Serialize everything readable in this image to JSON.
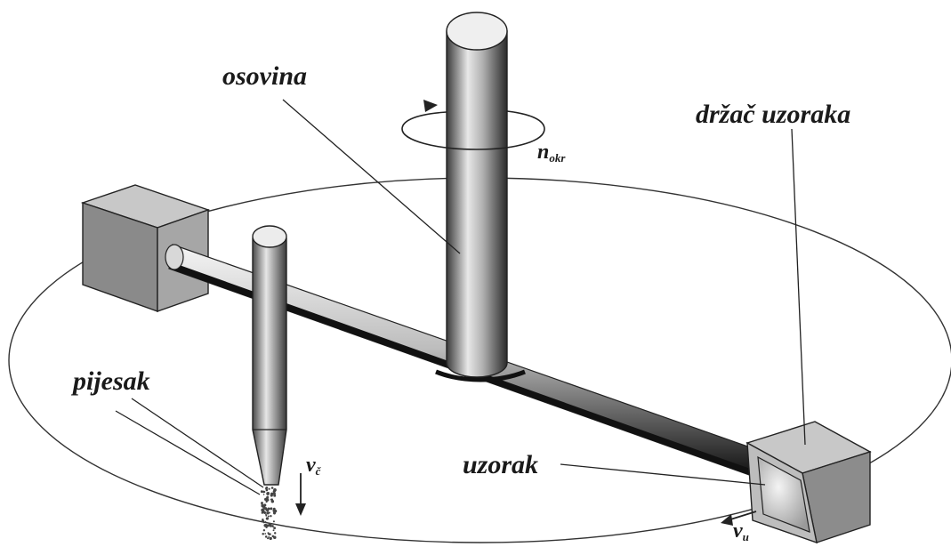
{
  "labels": {
    "osovina": "osovina",
    "drzac_uzoraka": "držač uzoraka",
    "pijesak": "pijesak",
    "uzorak": "uzorak",
    "n_main": "n",
    "n_sub": "okr",
    "vc_main": "v",
    "vc_sub": "č",
    "vu_main": "v",
    "vu_sub": "u"
  },
  "colors": {
    "line": "#222222",
    "box_side": "#8a8a8a",
    "box_top": "#c8c8c8",
    "rod_dark": "#1c1c1c",
    "rod_light": "#f2f2f2"
  }
}
